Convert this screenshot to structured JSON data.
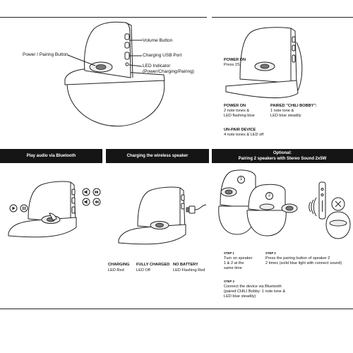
{
  "top_left": {
    "callouts": {
      "volume": "Volume Button",
      "power_pairing": "Power / Pairing Button",
      "charging_usb": "Charging USB Port",
      "led_title": "LED Indicator",
      "led_sub": "(Power/Charging/Pairing)"
    }
  },
  "top_right": {
    "power_on_title": "POWER ON",
    "power_on_text": "Press 2S",
    "power_on2_title": "POWER ON",
    "power_on2_lines": [
      "2 note tones &",
      "LED flashing blue"
    ],
    "paired_title": "PAIRED \"CHILI BOBBY\":",
    "paired_lines": [
      "1 note tone &",
      "LED blue steadily"
    ],
    "unpair_title": "UN-PAIR DEVICE",
    "unpair_text": "4 note tones & LED off"
  },
  "bars": {
    "play": "Play audio via Bluetooth",
    "charging": "Charging the wireless speaker",
    "optional_title": "Optional:",
    "optional_sub": "Pairing 2 speakers with Stereo Sound 2x5W"
  },
  "charging": {
    "states": [
      {
        "title": "CHARGING",
        "text": "LED Red"
      },
      {
        "title": "FULLY CHARGED",
        "text": "LED Off"
      },
      {
        "title": "NO BATTERY",
        "text": "LED Flashing Red"
      }
    ]
  },
  "stereo": {
    "speaker1": "1",
    "speaker2": "2",
    "step1_title": "STEP 1",
    "step1_lines": [
      "Turn on speaker",
      "1 & 2 at the",
      "same time"
    ],
    "step2_title": "STEP 2",
    "step2_lines": [
      "Press the pairing button of speaker 2",
      "2 times (solid blue light with connect sound)"
    ],
    "step3_title": "STEP 3",
    "step3_lines": [
      "Connect the device via Bluetooth",
      "(paired CHILI Bobby: 1 note tone &",
      "LED blue steadily)"
    ]
  },
  "colors": {
    "bar": "#151515",
    "line": "#222222"
  },
  "icons": [
    "play-pause-icon",
    "volume-up-icon",
    "volume-down-icon",
    "previous-track-icon",
    "next-track-icon",
    "usb-cable-icon",
    "bluetooth-waves-icon",
    "speaker-icon"
  ]
}
